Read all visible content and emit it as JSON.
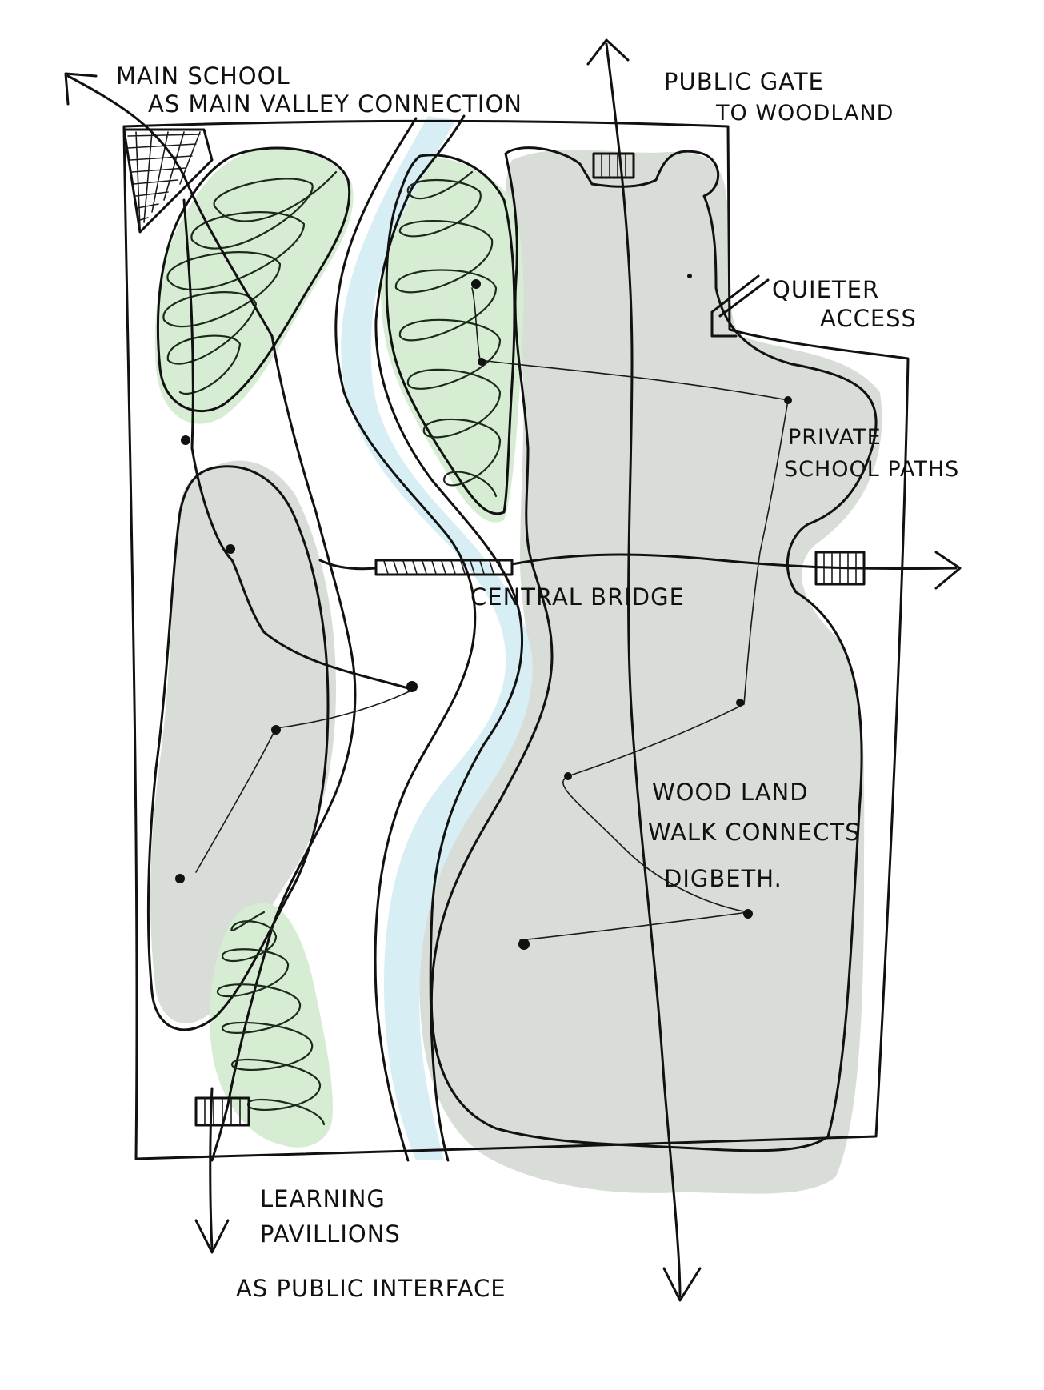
{
  "labels": {
    "main_school_1": "MAIN SCHOOL",
    "main_school_2": "AS MAIN VALLEY CONNECTION",
    "public_gate_1": "PUBLIC GATE",
    "public_gate_2": "TO WOODLAND",
    "quieter_1": "QUIETER",
    "quieter_2": "ACCESS",
    "private_1": "PRIVATE",
    "private_2": "SCHOOL PATHS",
    "central_bridge": "CENTRAL BRIDGE",
    "woodland_1": "WOOD LAND",
    "woodland_2": "WALK CONNECTS",
    "woodland_3": "DIGBETH.",
    "learning_1": "LEARNING",
    "learning_2": "PAVILLIONS",
    "learning_3": "AS PUBLIC INTERFACE"
  },
  "colors": {
    "woodland_grey": "#d9ddd7",
    "green_zone": "#d6edd3",
    "river_blue": "#d6eef4",
    "ink": "#111111"
  }
}
